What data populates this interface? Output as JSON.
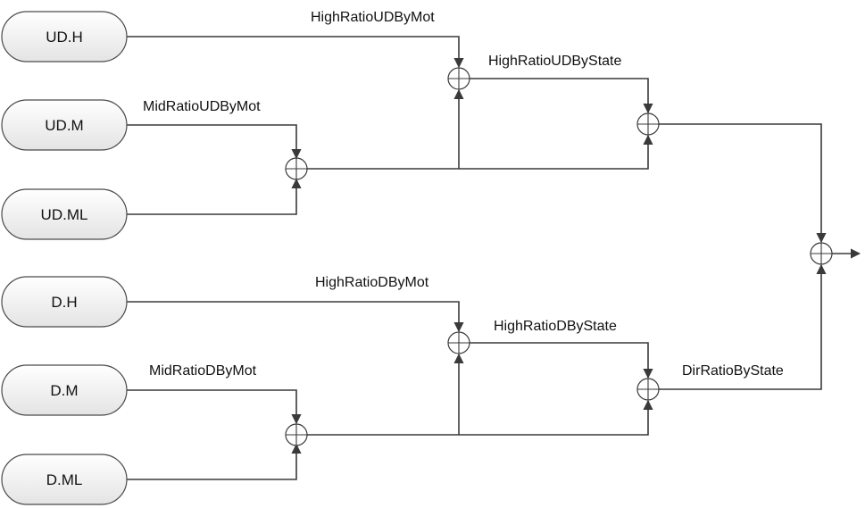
{
  "nodes": {
    "ud_h": "UD.H",
    "ud_m": "UD.M",
    "ud_ml": "UD.ML",
    "d_h": "D.H",
    "d_m": "D.M",
    "d_ml": "D.ML"
  },
  "labels": {
    "high_ratio_ud_by_mot": "HighRatioUDByMot",
    "high_ratio_ud_by_state": "HighRatioUDByState",
    "mid_ratio_ud_by_mot": "MidRatioUDByMot",
    "high_ratio_d_by_mot": "HighRatioDByMot",
    "high_ratio_d_by_state": "HighRatioDByState",
    "mid_ratio_d_by_mot": "MidRatioDByMot",
    "dir_ratio_by_state": "DirRatioByState"
  },
  "colors": {
    "node_fill_top": "#ffffff",
    "node_fill_bottom": "#e6e6e6",
    "wire": "#3a3a3a"
  }
}
